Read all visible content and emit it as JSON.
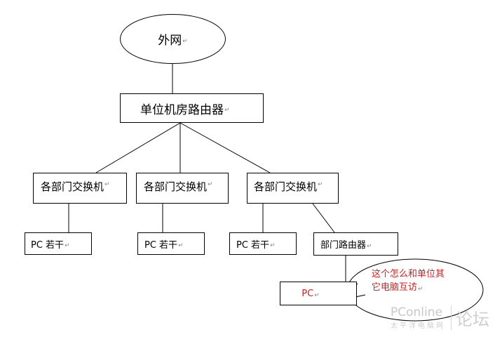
{
  "diagram": {
    "internet": "外网",
    "unit_router": "单位机房路由器",
    "switches": [
      "各部门交换机",
      "各部门交换机",
      "各部门交换机"
    ],
    "pc_groups": [
      "PC 若干",
      "PC 若干",
      "PC 若干"
    ],
    "dept_router": "部门路由器",
    "pc": "PC",
    "callout": [
      "这个怎么和单位其",
      "它电脑互访"
    ],
    "mark": "↵"
  },
  "watermark": {
    "brand": "PConline",
    "brand_sub": "太平洋电脑网",
    "forum": "论坛"
  },
  "colors": {
    "callout_text": "#cc1f1f",
    "line": "#000000"
  }
}
